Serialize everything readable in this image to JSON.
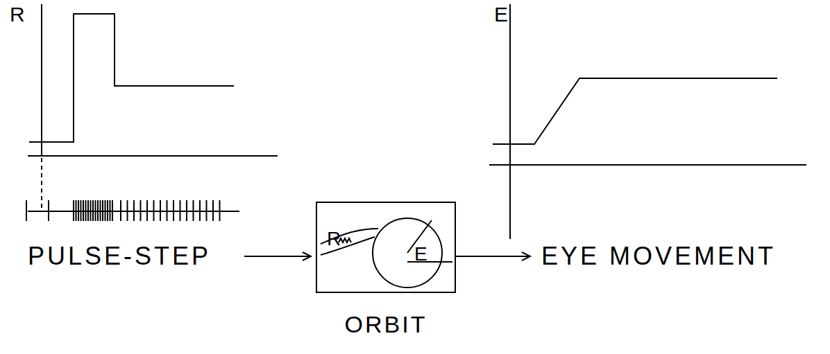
{
  "diagram": {
    "nodes": [
      {
        "text": [
          "R",
          "E",
          "ORBIT"
        ]
      }
    ],
    "labels": [
      "R",
      "PULSE-STEP",
      "E",
      "EYE MOVEMENT"
    ]
  }
}
